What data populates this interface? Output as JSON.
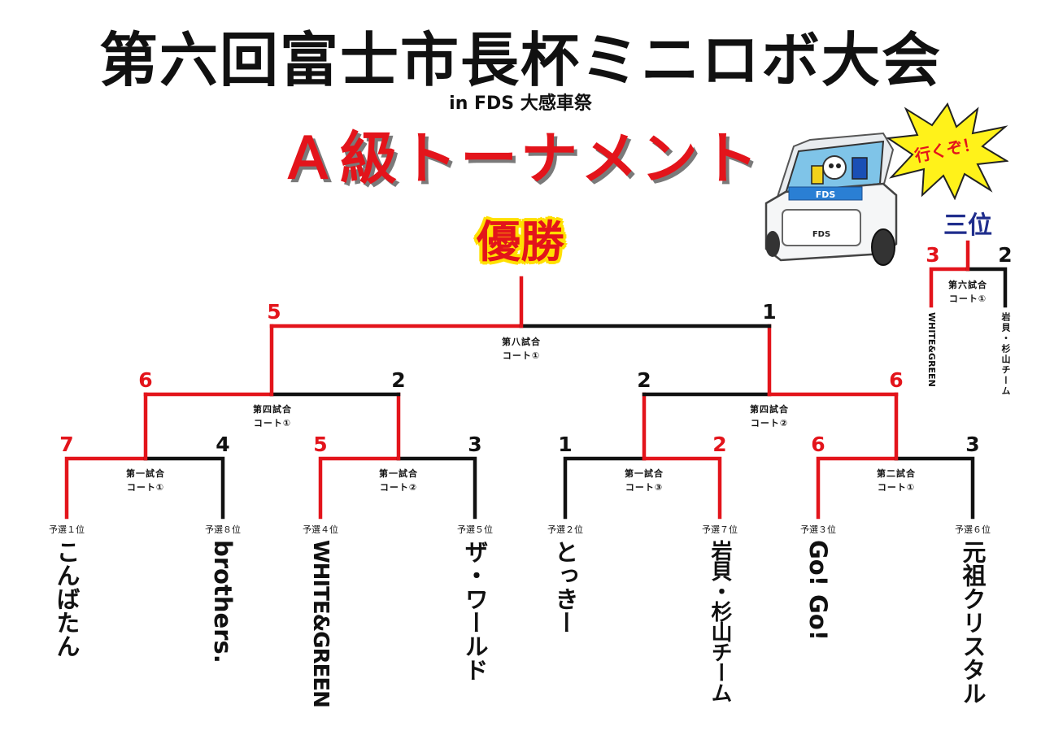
{
  "header": {
    "title": "第六回富士市長杯ミニロボ大会",
    "subtitle": "in FDS 大感車祭",
    "tournament": "Ａ級トーナメント"
  },
  "labels": {
    "winner": "優勝",
    "third": "三位",
    "callout": "行くぞ！"
  },
  "colors": {
    "winner_path": "#e3141b",
    "loser_path": "#111111",
    "title_red": "#e3141b",
    "third_blue": "#1f2d8c",
    "burst_yellow": "#fff21a"
  },
  "car_labels": {
    "panel": "FDS",
    "plate": "FDS"
  },
  "round1": [
    {
      "id": "m1",
      "label": "第一試合",
      "court": "コート①",
      "left_score": "7",
      "right_score": "4",
      "left_seed": "予選１位",
      "right_seed": "予選８位",
      "left_team": "こんばたん",
      "right_team": "brothers."
    },
    {
      "id": "m2",
      "label": "第一試合",
      "court": "コート②",
      "left_score": "5",
      "right_score": "3",
      "left_seed": "予選４位",
      "right_seed": "予選５位",
      "left_team": "WHITE&GREEN",
      "right_team": "ザ・ワールド"
    },
    {
      "id": "m3",
      "label": "第一試合",
      "court": "コート③",
      "left_score": "1",
      "right_score": "2",
      "left_seed": "予選２位",
      "right_seed": "予選７位",
      "left_team": "とっきー",
      "right_team": "岩貝・杉山チーム"
    },
    {
      "id": "m4",
      "label": "第二試合",
      "court": "コート①",
      "left_score": "6",
      "right_score": "3",
      "left_seed": "予選３位",
      "right_seed": "予選６位",
      "left_team": "Go! Go!",
      "right_team": "元祖クリスタル"
    }
  ],
  "semis": [
    {
      "id": "s1",
      "label": "第四試合",
      "court": "コート①",
      "left_score": "6",
      "right_score": "2"
    },
    {
      "id": "s2",
      "label": "第四試合",
      "court": "コート②",
      "left_score": "2",
      "right_score": "6"
    }
  ],
  "final": {
    "label": "第八試合",
    "court": "コート①",
    "left_score": "5",
    "right_score": "1"
  },
  "third_place": {
    "label": "第六試合",
    "court": "コート①",
    "left_score": "3",
    "right_score": "2",
    "left_team": "WHITE&GREEN",
    "right_team": "岩貝・杉山チーム"
  }
}
